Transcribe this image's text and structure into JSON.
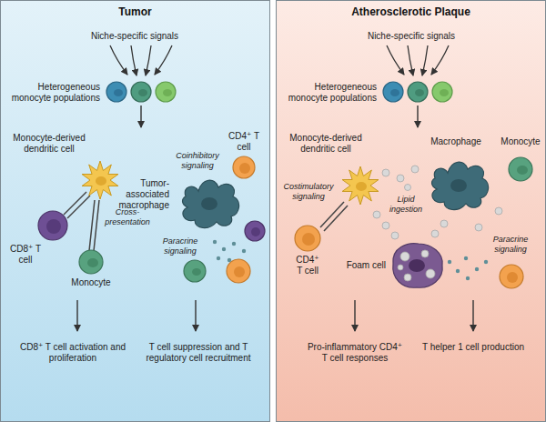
{
  "diagram": {
    "nodes": [
      {
        "text": [
          "Tumor"
        ]
      },
      {
        "text": [
          "Atherosclerotic Plaque"
        ]
      }
    ],
    "labels": [
      "Niche-specific signals",
      "Heterogeneous monocyte populations",
      "Monocyte-derived dendritic cell",
      "CD4⁺ T cell",
      "Coinhibitory signaling",
      "Tumor-associated macrophage",
      "Cross-presentation",
      "Paracrine signaling",
      "CD8⁺ T cell",
      "Monocyte",
      "CD8⁺ T cell activation and proliferation",
      "T cell suppression and T regulatory cell recruitment",
      "Niche-specific signals",
      "Heterogeneous monocyte populations",
      "Monocyte-derived dendritic cell",
      "Macrophage",
      "Monocyte",
      "Costimulatory signaling",
      "Lipid ingestion",
      "CD4⁺ T cell",
      "Foam cell",
      "Paracrine signaling",
      "Pro-inflammatory CD4⁺ T cell responses",
      "T helper 1 cell production"
    ]
  }
}
